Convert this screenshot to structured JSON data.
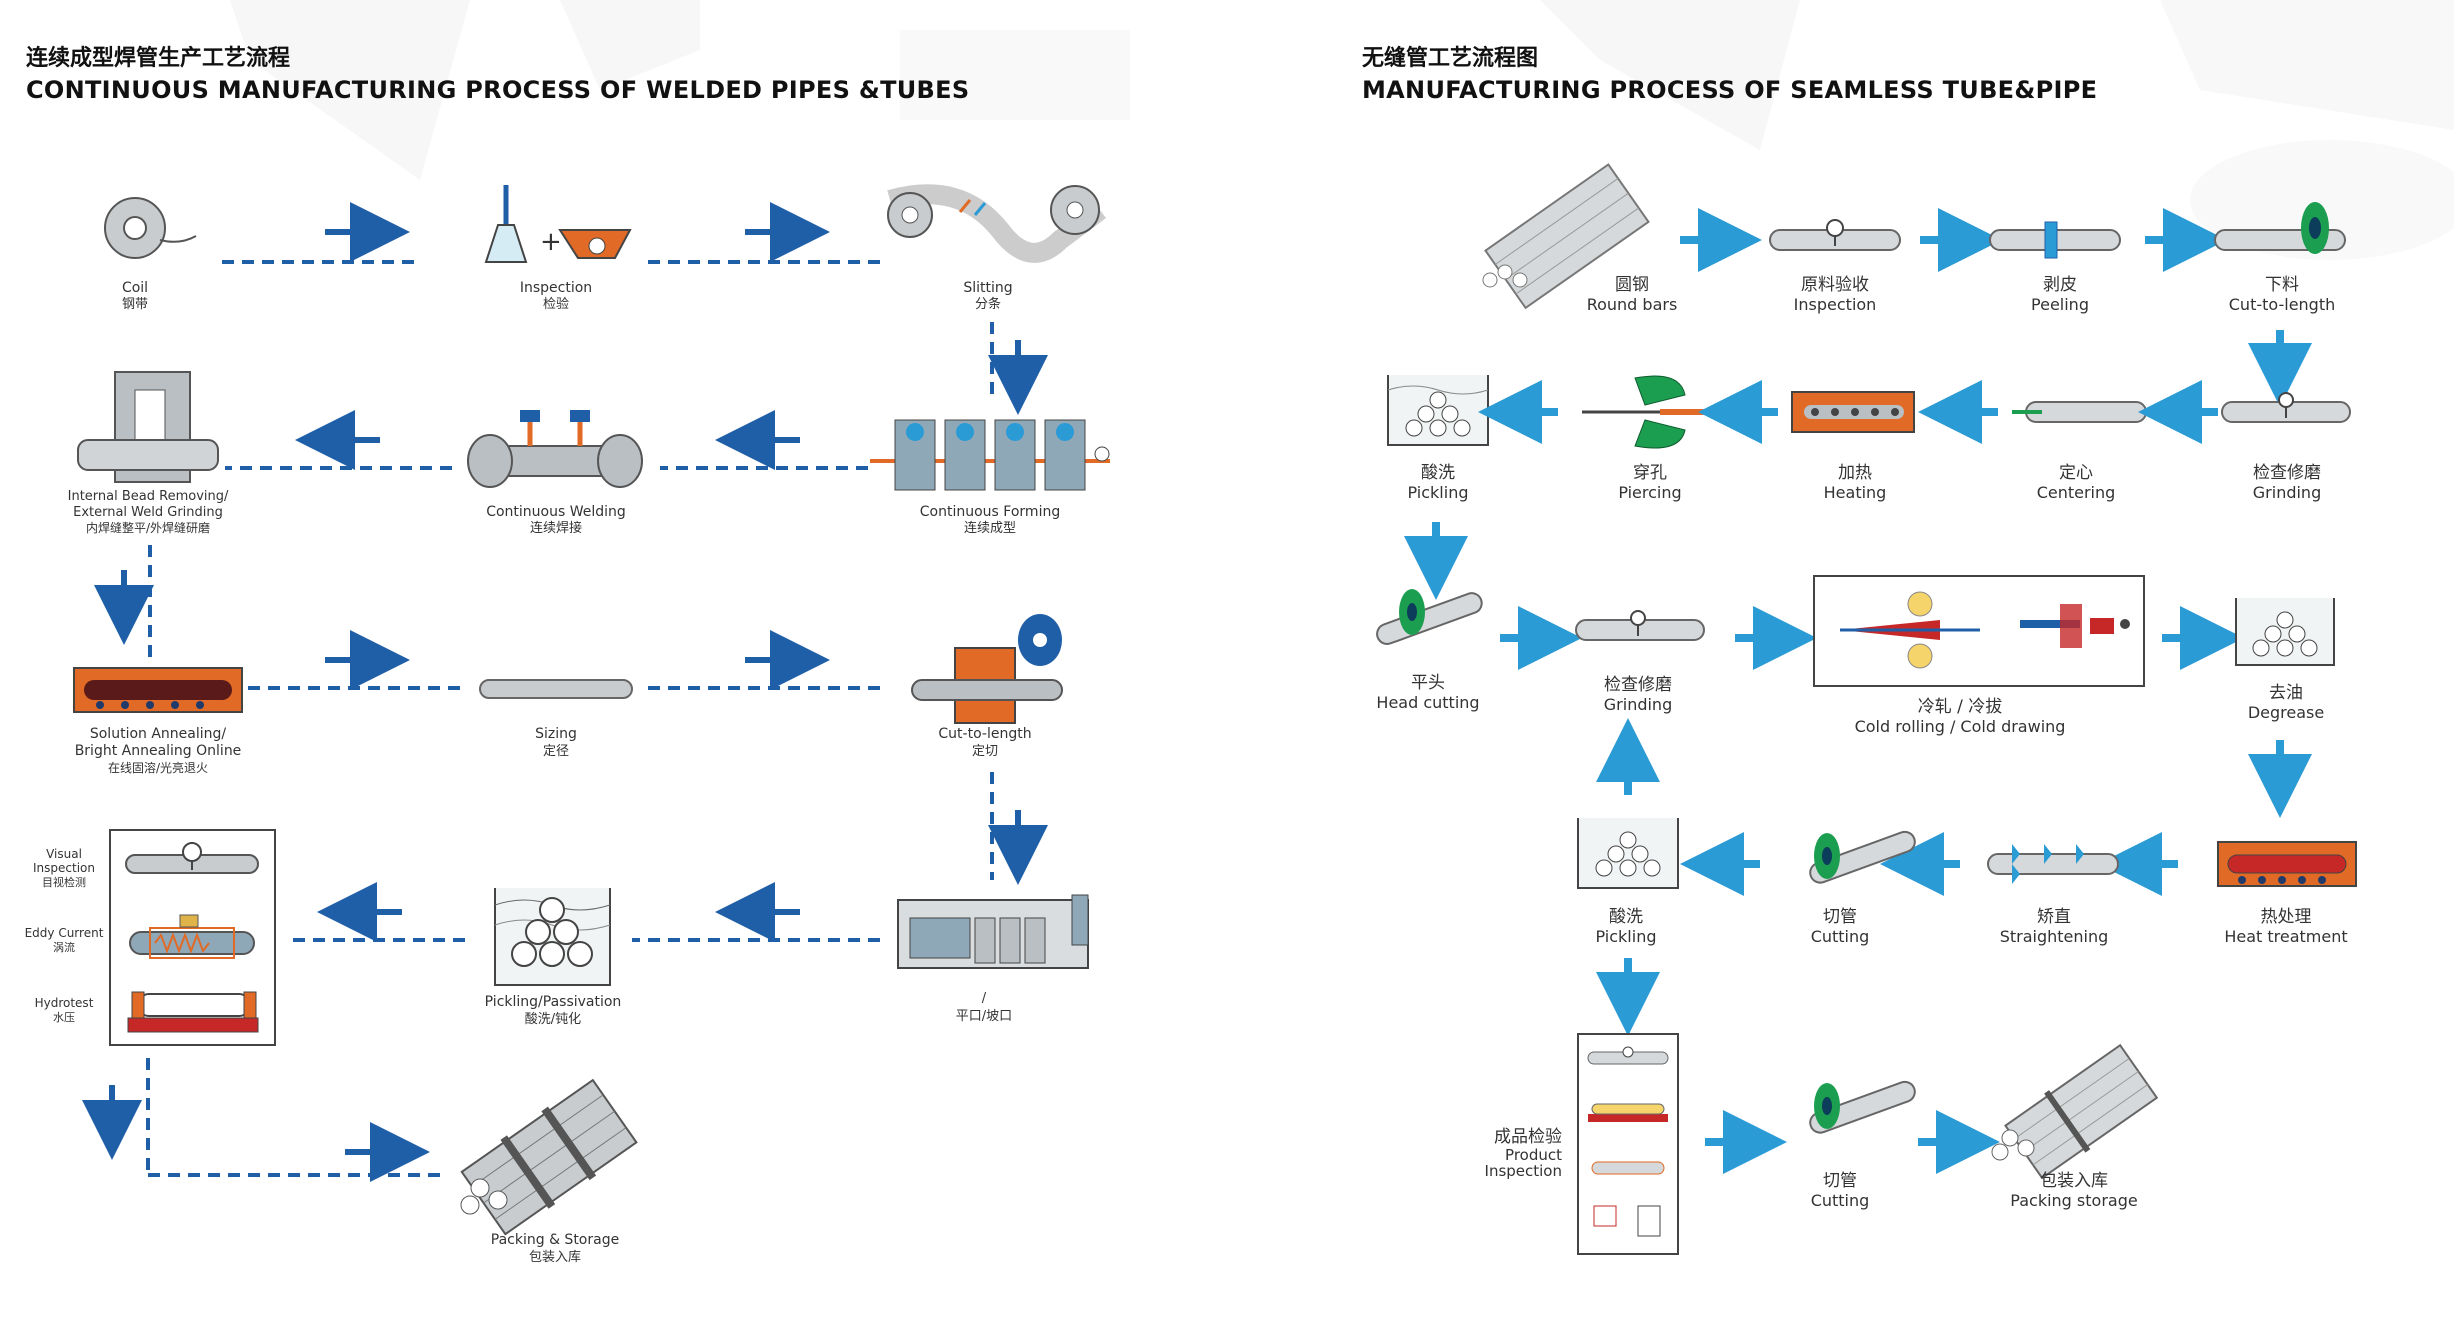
{
  "left": {
    "title_cn": "连续成型焊管生产工艺流程",
    "title_en": "CONTINUOUS MANUFACTURING PROCESS OF WELDED PIPES &TUBES",
    "steps": {
      "coil": {
        "en": "Coil",
        "cn": "钢带"
      },
      "inspection": {
        "en": "Inspection",
        "cn": "检验"
      },
      "slitting": {
        "en": "Slitting",
        "cn": "分条"
      },
      "forming": {
        "en": "Continuous Forming",
        "cn": "连续成型"
      },
      "welding": {
        "en": "Continuous Welding",
        "cn": "连续焊接"
      },
      "bead": {
        "en1": "Internal Bead Removing/",
        "en2": "External Weld Grinding",
        "cn": "内焊缝整平/外焊缝研磨"
      },
      "annealing": {
        "en1": "Solution Annealing/",
        "en2": "Bright Annealing Online",
        "cn": "在线固溶/光亮退火"
      },
      "sizing": {
        "en": "Sizing",
        "cn": "定径"
      },
      "cut": {
        "en": "Cut-to-length",
        "cn": "定切"
      },
      "flatting": {
        "en": "/",
        "cn": "平口/坡口"
      },
      "pickling": {
        "en": "Pickling/Passivation",
        "cn": "酸洗/钝化"
      },
      "visual": {
        "en1": "Visual",
        "en2": "Inspection",
        "cn": "目视检测"
      },
      "eddy": {
        "en": "Eddy Current",
        "cn": "涡流"
      },
      "hydro": {
        "en": "Hydrotest",
        "cn": "水压"
      },
      "packing": {
        "en": "Packing & Storage",
        "cn": "包装入库"
      }
    }
  },
  "right": {
    "title_cn": "无缝管工艺流程图",
    "title_en": "MANUFACTURING PROCESS OF SEAMLESS TUBE&PIPE",
    "steps": {
      "round_bars": {
        "cn": "圆钢",
        "en": "Round bars"
      },
      "inspection": {
        "cn": "原料验收",
        "en": "Inspection"
      },
      "peeling": {
        "cn": "剥皮",
        "en": "Peeling"
      },
      "cut": {
        "cn": "下料",
        "en": "Cut-to-length"
      },
      "pickling1": {
        "cn": "酸洗",
        "en": "Pickling"
      },
      "piercing": {
        "cn": "穿孔",
        "en": "Piercing"
      },
      "heating": {
        "cn": "加热",
        "en": "Heating"
      },
      "centering": {
        "cn": "定心",
        "en": "Centering"
      },
      "grinding1": {
        "cn": "检查修磨",
        "en": "Grinding"
      },
      "head_cutting": {
        "cn": "平头",
        "en": "Head cutting"
      },
      "grinding2": {
        "cn": "检查修磨",
        "en": "Grinding"
      },
      "cold": {
        "cn": "冷轧 / 冷拔",
        "en": "Cold rolling / Cold drawing"
      },
      "degrease": {
        "cn": "去油",
        "en": "Degrease"
      },
      "pickling2": {
        "cn": "酸洗",
        "en": "Pickling"
      },
      "cutting1": {
        "cn": "切管",
        "en": "Cutting"
      },
      "straightening": {
        "cn": "矫直",
        "en": "Straightening"
      },
      "heat_treatment": {
        "cn": "热处理",
        "en": "Heat treatment"
      },
      "product_insp": {
        "cn": "成品检验",
        "en1": "Product",
        "en2": "Inspection"
      },
      "cutting2": {
        "cn": "切管",
        "en": "Cutting"
      },
      "packing": {
        "cn": "包装入库",
        "en": "Packing storage"
      }
    }
  },
  "colors": {
    "arrow_left": "#1f5fa8",
    "arrow_right": "#2b9bd6",
    "steel": "#b9bfc3",
    "orange": "#e06a26",
    "green": "#1c9e50",
    "teal": "#1d8a8a"
  }
}
